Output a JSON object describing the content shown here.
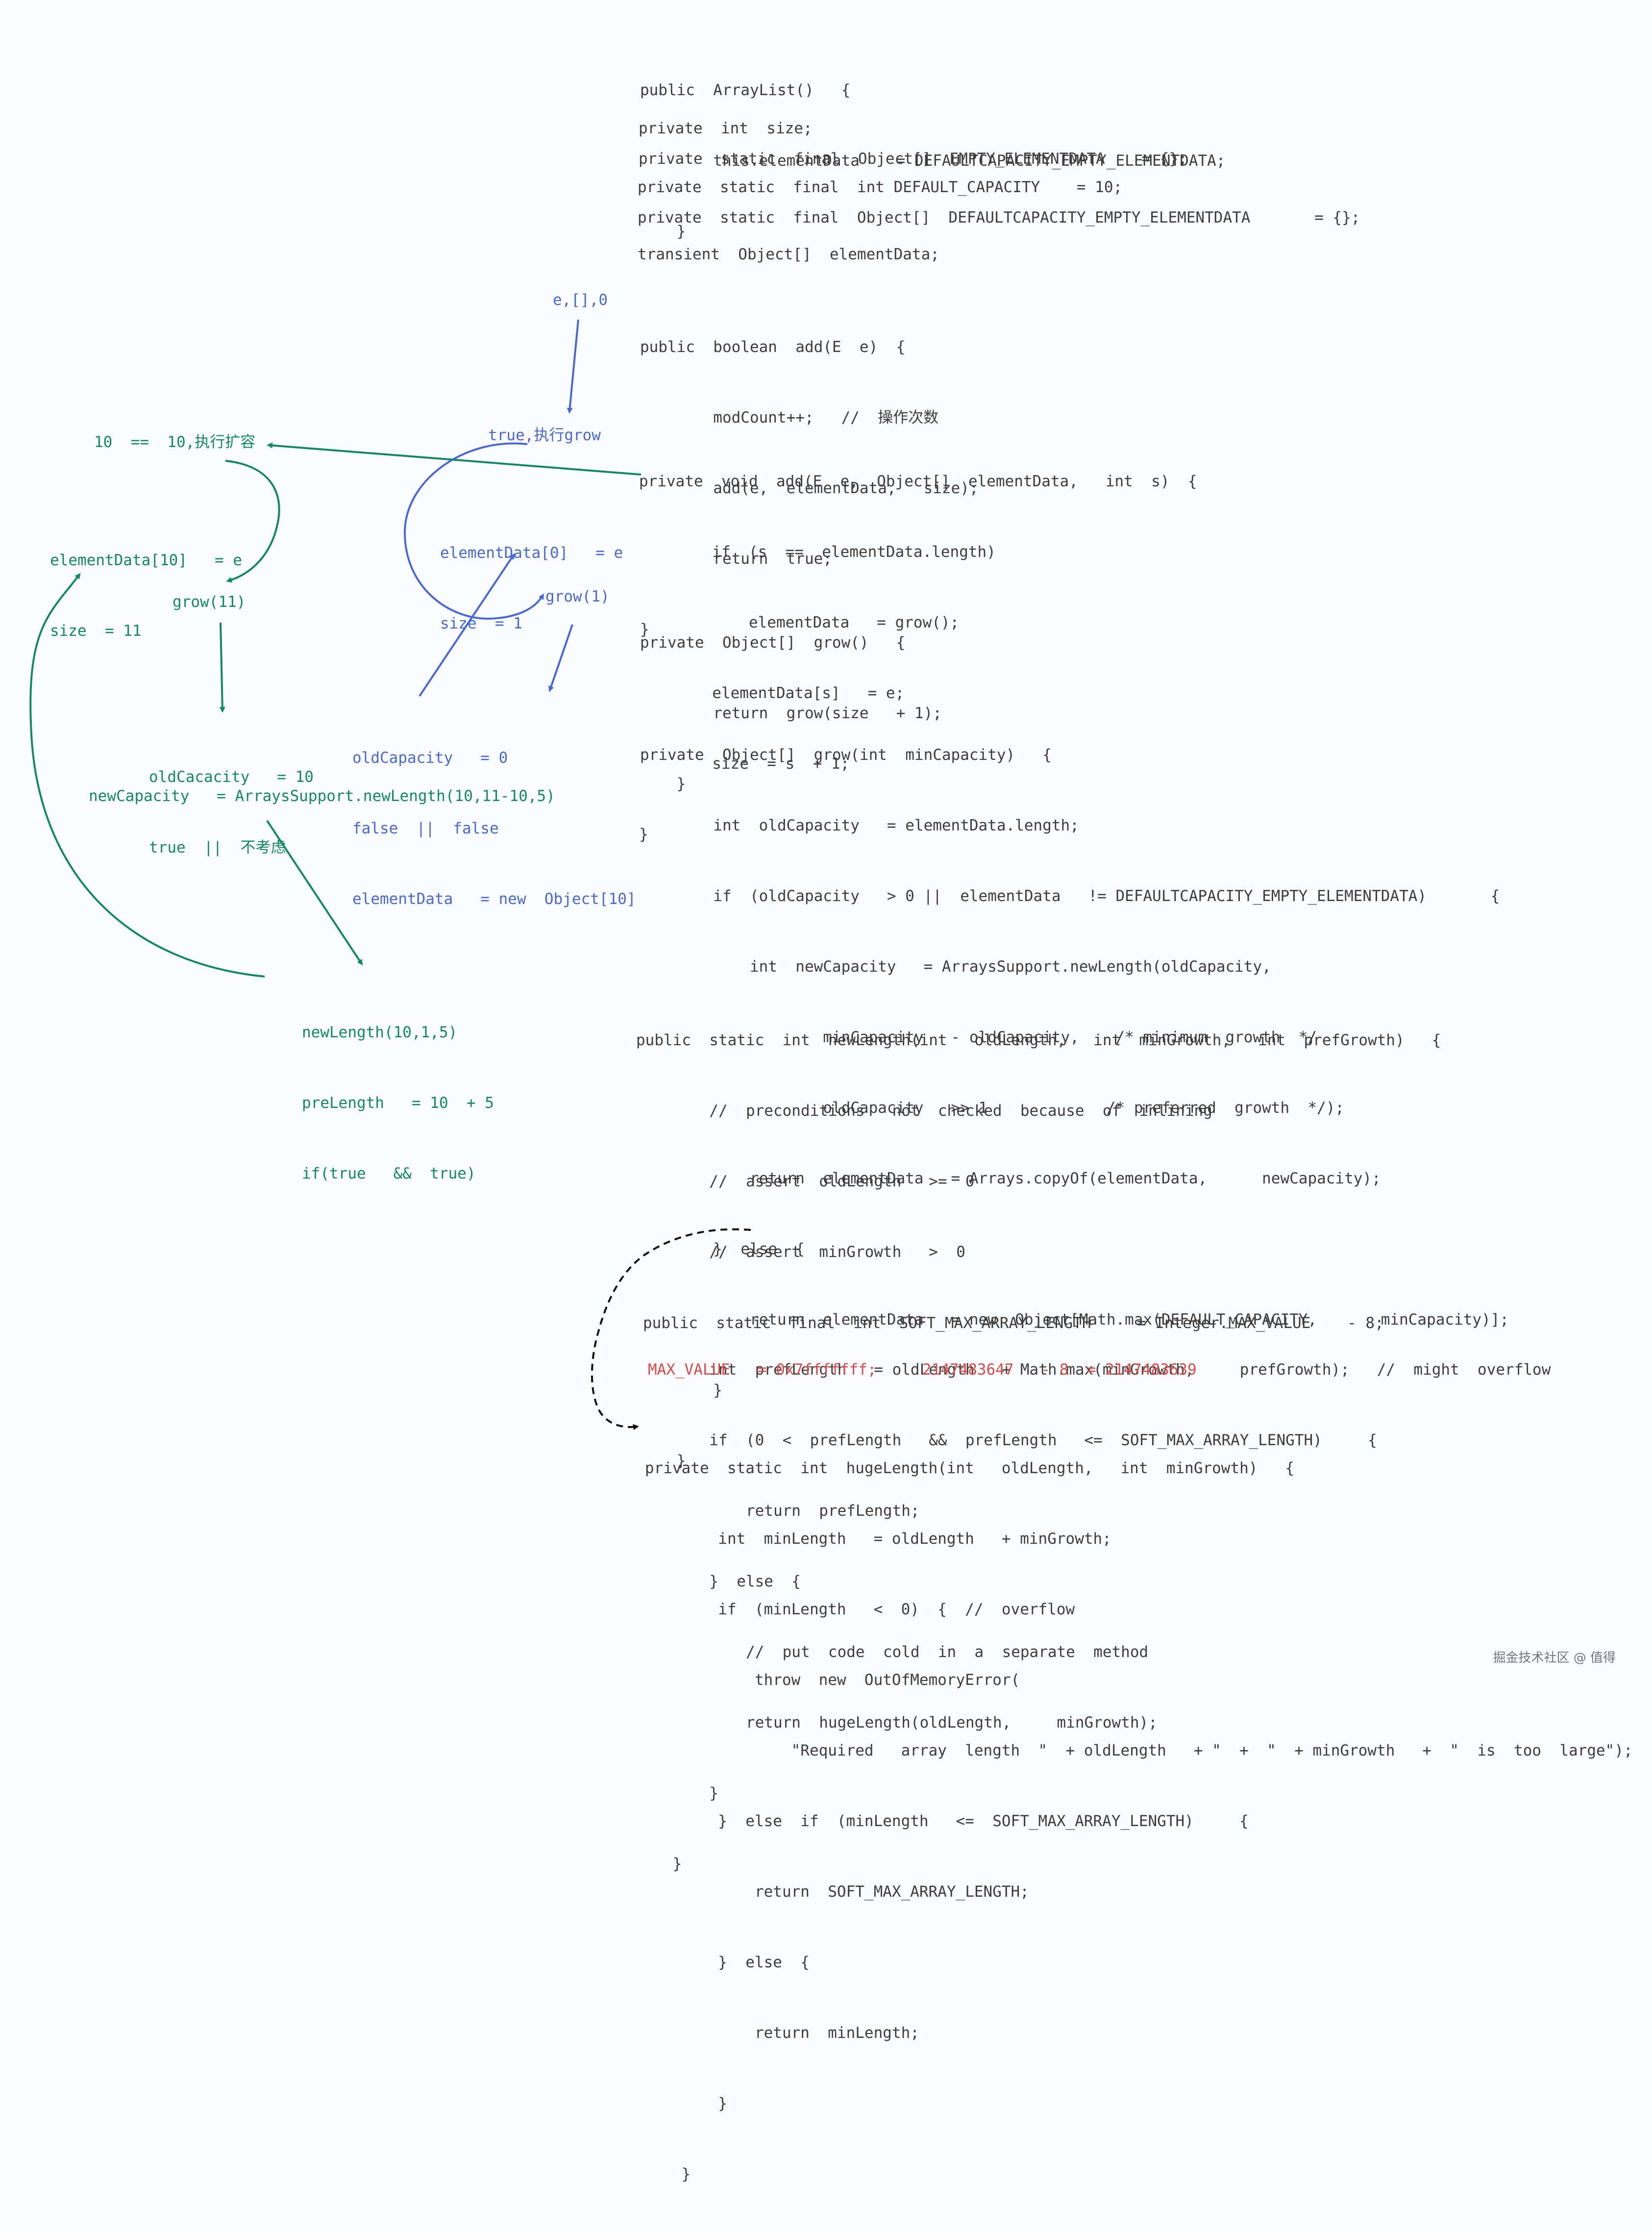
{
  "code": {
    "constructor": [
      "public  ArrayList()   {",
      "        this.elementData    = DEFAULTCAPACITY_EMPTY_ELEMENTDATA;",
      "    }"
    ],
    "fields": [
      "private  int  size;",
      "private  static  final  Object[]  EMPTY_ELEMENTDATA    = {};",
      "private  static  final  int DEFAULT_CAPACITY    = 10;",
      "private  static  final  Object[]  DEFAULTCAPACITY_EMPTY_ELEMENTDATA       = {};",
      "transient  Object[]  elementData;"
    ],
    "add_public": [
      "public  boolean  add(E  e)  {",
      "        modCount++;   //  操作次数",
      "        add(e,  elementData,   size);",
      "        return  true;",
      "}"
    ],
    "add_private": [
      "private  void  add(E  e,  Object[]  elementData,   int  s)  {",
      "        if  (s  ==  elementData.length)",
      "            elementData   = grow();",
      "        elementData[s]   = e;",
      "        size  = s  + 1;",
      "}"
    ],
    "grow_no_arg": [
      "private  Object[]  grow()   {",
      "        return  grow(size   + 1);",
      "    }"
    ],
    "grow_min": [
      "private  Object[]  grow(int  minCapacity)   {",
      "        int  oldCapacity   = elementData.length;",
      "        if  (oldCapacity   > 0 ||  elementData   != DEFAULTCAPACITY_EMPTY_ELEMENTDATA)       {",
      "            int  newCapacity   = ArraysSupport.newLength(oldCapacity,",
      "                    minCapacity   - oldCapacity,    /* minimum  growth  */",
      "                    oldCapacity   >> 1             /* preferred  growth  */);",
      "            return  elementData   = Arrays.copyOf(elementData,      newCapacity);",
      "        }  else  {",
      "            return  elementData   = new  Object[Math.max(DEFAULT_CAPACITY,       minCapacity)];",
      "        }",
      "    }"
    ],
    "new_length": [
      "public  static  int  newLength(int   oldLength,   int  minGrowth,   int  prefGrowth)   {",
      "        //  preconditions   not  checked  because  of  inlining",
      "        //  assert  oldLength   >=  0",
      "        //  assert  minGrowth   >  0",
      "",
      "        int  prefLength   = oldLength   + Math.max(minGrowth,     prefGrowth);   //  might  overflow",
      "        if  (0  <  prefLength   &&  prefLength   <=  SOFT_MAX_ARRAY_LENGTH)     {",
      "            return  prefLength;",
      "        }  else  {",
      "            //  put  code  cold  in  a  separate  method",
      "            return  hugeLength(oldLength,     minGrowth);",
      "        }",
      "    }"
    ],
    "soft_max": "public  static  final  int  SOFT_MAX_ARRAY_LENGTH     = Integer.MAX_VALUE    - 8;",
    "max_value_note": "MAX_VALUE   = 0x7fffffff;     2147483647   - 8  = 2147483639",
    "huge_length": [
      "private  static  int  hugeLength(int   oldLength,   int  minGrowth)   {",
      "        int  minLength   = oldLength   + minGrowth;",
      "        if  (minLength   <  0)  {  //  overflow",
      "            throw  new  OutOfMemoryError(",
      "                \"Required   array  length  \"  + oldLength   + \"  +  \"  + minGrowth   +  \"  is  too  large\");",
      "        }  else  if  (minLength   <=  SOFT_MAX_ARRAY_LENGTH)     {",
      "            return  SOFT_MAX_ARRAY_LENGTH;",
      "        }  else  {",
      "            return  minLength;",
      "        }",
      "    }"
    ]
  },
  "annotations": {
    "blue": {
      "args": "e,[],0",
      "true_grow": "true,执行grow",
      "element_assign": [
        "elementData[0]   = e",
        "size  = 1"
      ],
      "grow1": "grow(1)",
      "old_capacity": [
        "oldCapacity   = 0",
        "false  ||  false",
        "elementData   = new  Object[10]"
      ]
    },
    "green": {
      "expand": "10  ==  10,执行扩容",
      "element_assign": [
        "elementData[10]   = e",
        "size  = 11"
      ],
      "grow11": "grow(11)",
      "old_cacacity": [
        "oldCacacity   = 10",
        "true  ||  不考虑"
      ],
      "new_capacity": "newCapacity   = ArraysSupport.newLength(10,11-10,5)",
      "new_length_call": [
        "newLength(10,1,5)",
        "preLength   = 10  + 5",
        "if(true   &&  true)"
      ]
    }
  },
  "colors": {
    "green": "#118a63",
    "blue": "#4a67d6",
    "red": "#d94b4b",
    "code": "#3d3d3d",
    "background": "#f9fbfd"
  },
  "watermark": "掘金技术社区 @ 值得"
}
